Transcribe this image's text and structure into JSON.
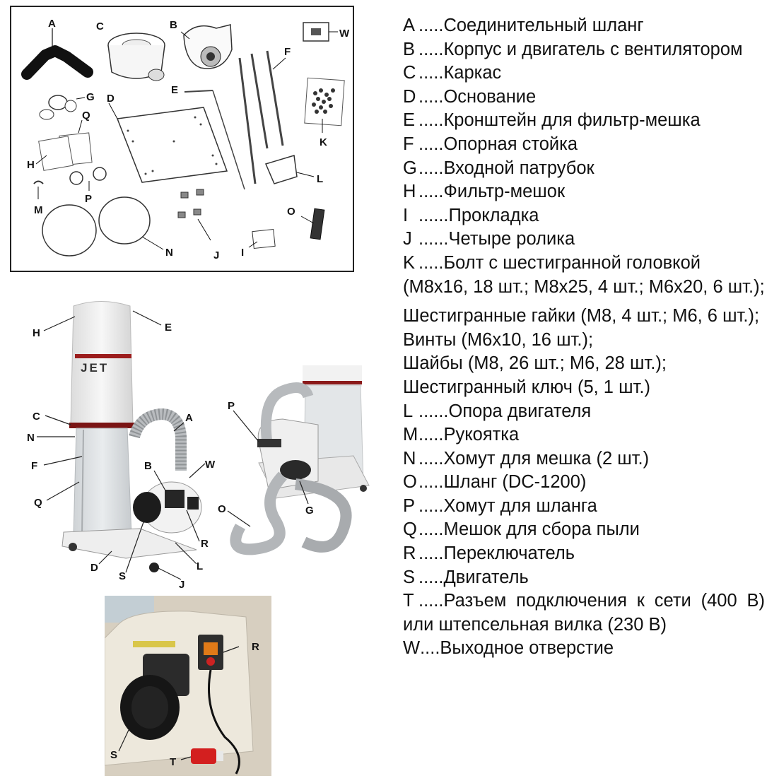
{
  "parts_figure": {
    "labels": [
      "A",
      "B",
      "C",
      "D",
      "E",
      "F",
      "G",
      "H",
      "I",
      "J",
      "K",
      "L",
      "M",
      "N",
      "O",
      "P",
      "Q",
      "W"
    ]
  },
  "assembled_photo": {
    "brand": "JET",
    "labels": [
      "H",
      "E",
      "C",
      "N",
      "F",
      "Q",
      "A",
      "B",
      "W",
      "R",
      "L",
      "D",
      "S",
      "J"
    ]
  },
  "rear_photo": {
    "labels": [
      "P",
      "O",
      "G"
    ]
  },
  "closeup_photo": {
    "labels": [
      "R",
      "S",
      "T"
    ]
  },
  "legend": {
    "items": [
      {
        "letter": "A",
        "dots": ".....",
        "text": "Соединительный шланг"
      },
      {
        "letter": "B",
        "dots": ".....",
        "text": "Корпус и двигатель с вентилятором"
      },
      {
        "letter": "C",
        "dots": ".....",
        "text": "Каркас"
      },
      {
        "letter": "D",
        "dots": ".....",
        "text": "Основание"
      },
      {
        "letter": "E",
        "dots": ".....",
        "text": "Кронштейн для фильтр-мешка"
      },
      {
        "letter": "F",
        "dots": ".....",
        "text": "Опорная стойка"
      },
      {
        "letter": "G",
        "dots": ".....",
        "text": "Входной патрубок"
      },
      {
        "letter": "H",
        "dots": ".....",
        "text": "Фильтр-мешок"
      },
      {
        "letter": "I",
        "dots": "......",
        "text": "Прокладка"
      },
      {
        "letter": "J",
        "dots": "......",
        "text": "Четыре ролика"
      },
      {
        "letter": "K",
        "dots": ".....",
        "text": "Болт с шестигранной головкой (M8x16, 18 шт.; M8x25, 4 шт.; M6x20, 6 шт.);"
      }
    ],
    "extra_lines": [
      "Шестигранные гайки (M8, 4 шт.; M6, 6 шт.);",
      "Винты (M6x10, 16 шт.);",
      "Шайбы (M8, 26 шт.; M6, 28 шт.);",
      "Шестигранный ключ (5, 1 шт.)"
    ],
    "items2": [
      {
        "letter": "L",
        "dots": "......",
        "text": "Опора двигателя"
      },
      {
        "letter": "M",
        "dots": ".....",
        "text": "Рукоятка"
      },
      {
        "letter": "N",
        "dots": ".....",
        "text": "Хомут для мешка (2 шт.)"
      },
      {
        "letter": "O",
        "dots": ".....",
        "text": "Шланг (DC-1200)"
      },
      {
        "letter": "P",
        "dots": ".....",
        "text": "Хомут для шланга"
      },
      {
        "letter": "Q",
        "dots": ".....",
        "text": "Мешок для сбора пыли"
      },
      {
        "letter": "R",
        "dots": ".....",
        "text": "Переключатель"
      },
      {
        "letter": "S",
        "dots": ".....",
        "text": "Двигатель"
      },
      {
        "letter": "T",
        "dots": ".....",
        "text": "Разъем подключения к сети (400 В) или штепсельная вилка (230 В)"
      },
      {
        "letter": "W",
        "dots": "....",
        "text": "Выходное отверстие"
      }
    ]
  }
}
